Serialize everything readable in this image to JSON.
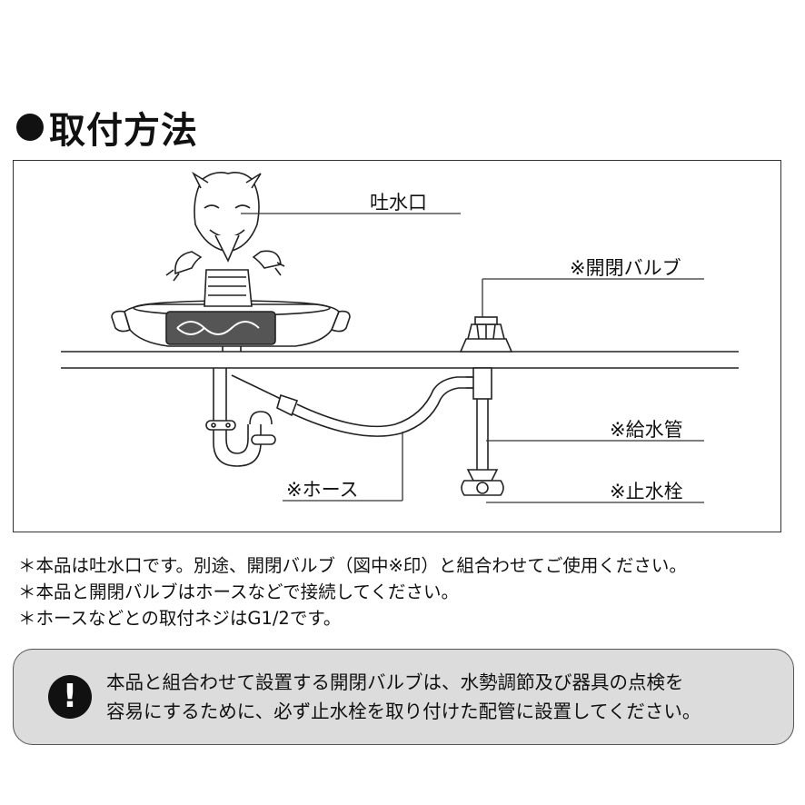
{
  "section": {
    "title": "取付方法"
  },
  "diagram": {
    "labels": {
      "spout": "吐水口",
      "valve": "※開閉バルブ",
      "supply_pipe": "※給水管",
      "hose": "※ホース",
      "stop_valve": "※止水栓"
    }
  },
  "notes": [
    "＊本品は吐水口です。別途、開閉バルブ（図中※印）と組合わせてご使用ください。",
    "＊本品と開閉バルブはホースなどで接続してください。",
    "＊ホースなどとの取付ネジはG1/2です。"
  ],
  "warning": {
    "icon": "exclamation-icon",
    "lines": [
      "本品と組合わせて設置する開閉バルブは、水勢調節及び器具の点検を",
      "容易にするために、必ず止水栓を取り付けた配管に設置してください。"
    ]
  },
  "colors": {
    "warning_bg": "#dcdcdc",
    "text": "#111111"
  }
}
